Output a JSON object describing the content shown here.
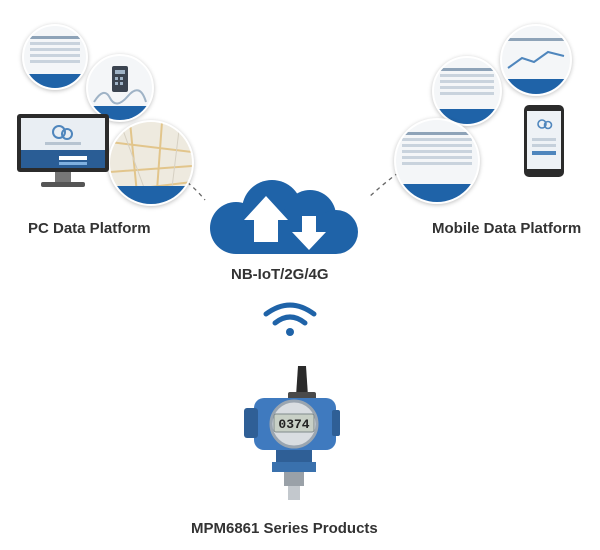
{
  "labels": {
    "pc_platform": "PC Data Platform",
    "mobile_platform": "Mobile Data Platform",
    "network": "NB-IoT/2G/4G",
    "product": "MPM6861 Series Products"
  },
  "colors": {
    "cloud_blue": "#1f63a8",
    "wifi_blue": "#1f63a8",
    "product_blue": "#2e6aa6"
  },
  "icons": {
    "upload": "upload-arrow-icon",
    "download": "download-arrow-icon",
    "wireless": "wifi-signal-icon"
  },
  "screens": {
    "gauge_display": "0374"
  }
}
